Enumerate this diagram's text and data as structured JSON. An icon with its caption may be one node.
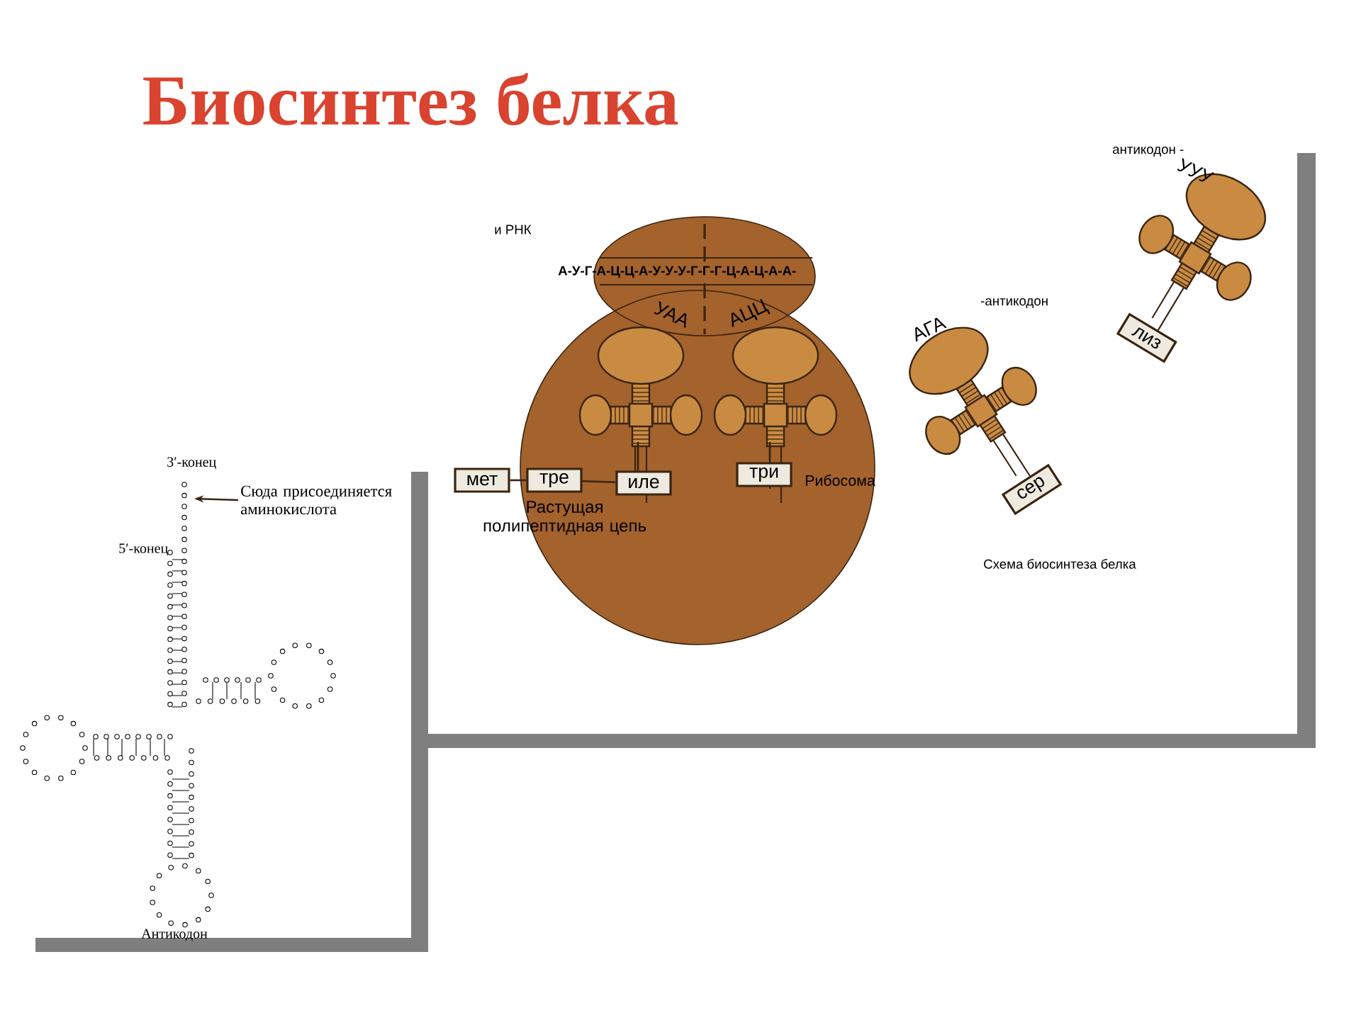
{
  "diagram": {
    "title": "Биосинтез белка",
    "nodes": [
      {
        "text": [
          "мет"
        ]
      },
      {
        "text": [
          "тре"
        ]
      },
      {
        "text": [
          "иле"
        ]
      },
      {
        "text": [
          "три"
        ]
      },
      {
        "text": [
          "сер"
        ]
      },
      {
        "text": [
          "лиз"
        ]
      },
      {
        "text": [
          "Сюда присоединяется аминокислота"
        ]
      }
    ],
    "edges": [
      {
        "from": 0,
        "to": 1,
        "arrow": "none"
      },
      {
        "from": 1,
        "to": 2,
        "arrow": "none"
      },
      {
        "from": 6,
        "to": null,
        "arrow": "to"
      }
    ],
    "labels": [
      "и РНК",
      "А-У-Г-А-Ц-Ц-А-У-У-У-Г-Г-Г-Ц-А-Ц-А-А-",
      "УАА",
      "АЦЦ",
      "Рибосома",
      "Растущая полипептидная цепь",
      "АГА",
      "-антикодон",
      "УУУ",
      "антикодон -",
      "Схема биосинтеза белка",
      "3′-конец",
      "5′-конец",
      "Антикодон"
    ]
  }
}
